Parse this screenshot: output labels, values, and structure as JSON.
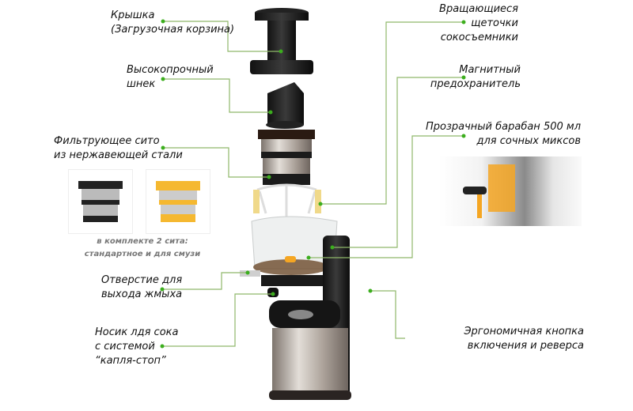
{
  "labels": {
    "lid": [
      "Крышка",
      "(Загрузочная корзина)"
    ],
    "auger": [
      "Высокопрочный",
      "шнек"
    ],
    "filter": [
      "Фильтрующее сито",
      "из нержавеющей стали"
    ],
    "brushes": [
      "Вращающиеся",
      "щеточки",
      "сокосъемники"
    ],
    "magnet": [
      "Магнитный",
      "предохранитель"
    ],
    "drum": [
      "Прозрачный барабан 500 мл",
      "для сочных миксов"
    ],
    "pulp_outlet": [
      "Отверстие для",
      "выхода жмыха"
    ],
    "spout": [
      "Носик лдя сока",
      "с системой",
      "“капля-стоп”"
    ],
    "button": [
      "Эргономичная кнопка",
      "включения и реверса"
    ]
  },
  "filters_caption": [
    "в комплекте 2 сита:",
    "стандартное и для смузи"
  ],
  "colors": {
    "leader": "#8fb86a",
    "dot": "#3cae1e",
    "orange": "#f5a623",
    "steel": "#b9b3ad"
  }
}
